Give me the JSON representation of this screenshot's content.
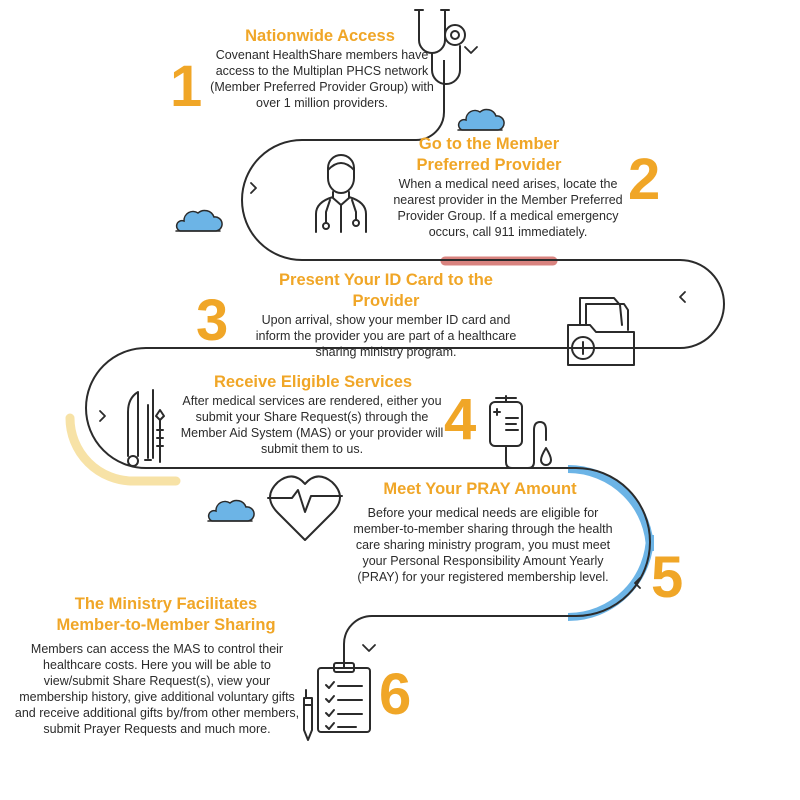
{
  "colors": {
    "accent": "#f0a627",
    "path": "#2b2b2b",
    "highlight_red": "#d9837f",
    "highlight_yellow": "#f7e2a6",
    "highlight_blue": "#6cb4e6",
    "cloud": "#6cb4e6"
  },
  "steps": [
    {
      "number": "1",
      "title": "Nationwide Access",
      "text": "Covenant HealthShare members have access to the Multiplan PHCS network (Member Preferred Provider Group) with over 1 million providers.",
      "icon": "stethoscope-icon"
    },
    {
      "number": "2",
      "title": "Go to the Member Preferred Provider",
      "text": "When a medical need arises, locate the nearest provider in the Member Preferred Provider Group. If a medical emergency occurs, call 911 immediately.",
      "icon": "doctor-icon"
    },
    {
      "number": "3",
      "title": "Present Your ID Card to the Provider",
      "text": "Upon arrival, show your member ID card and inform the provider you are part of a healthcare sharing ministry program.",
      "icon": "medical-folder-icon"
    },
    {
      "number": "4",
      "title": "Receive Eligible Services",
      "text": "After medical services are rendered, either you submit your Share Request(s) through the Member Aid System (MAS) or your provider will submit them to us.",
      "icon": "iv-bag-icon"
    },
    {
      "number": "5",
      "title": "Meet Your PRAY Amount",
      "text": "Before your medical needs are eligible for member-to-member sharing through the health care sharing ministry program, you must meet your Personal Responsibility Amount Yearly (PRAY) for your registered membership level.",
      "icon": "heartbeat-icon"
    },
    {
      "number": "6",
      "title": "The Ministry Facilitates Member-to-Member Sharing",
      "text": "Members can access the MAS to control their healthcare costs. Here you will be able to view/submit Share Request(s), view your membership history, give additional voluntary gifts and receive additional gifts by/from other members, submit Prayer Requests and much more.",
      "icon": "clipboard-checklist-icon"
    }
  ]
}
